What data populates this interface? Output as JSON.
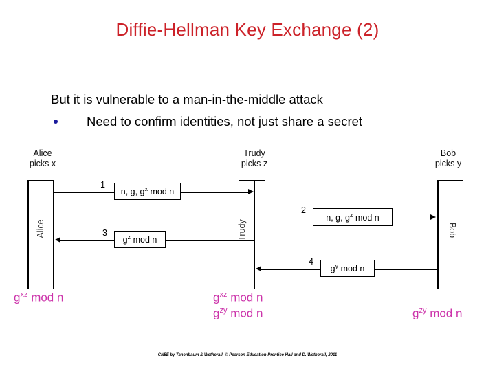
{
  "slide": {
    "title": "Diffie-Hellman Key Exchange (2)",
    "title_color": "#CC2229",
    "bullet_color": "#1a1a9c",
    "annotation_color": "#CC33AA"
  },
  "body": {
    "line1": "But it is vulnerable to a man-in-the-middle attack",
    "line2": "Need to confirm identities, not just share a secret",
    "bullet_glyph": "•"
  },
  "diagram": {
    "parties": [
      {
        "id": "alice",
        "head_line1": "Alice",
        "head_line2": "picks x",
        "lifeline_label": "Alice"
      },
      {
        "id": "trudy",
        "head_line1": "Trudy",
        "head_line2": "picks z",
        "lifeline_label": "Trudy"
      },
      {
        "id": "bob",
        "head_line1": "Bob",
        "head_line2": "picks y",
        "lifeline_label": "Bob"
      }
    ],
    "messages": [
      {
        "number": "1",
        "base": "n, g, g",
        "exp": "x",
        "tail": " mod n",
        "from": "alice",
        "to": "trudy",
        "direction": "right"
      },
      {
        "number": "2",
        "base": "n, g, g",
        "exp": "z",
        "tail": " mod n",
        "from": "trudy",
        "to": "bob",
        "direction": "right"
      },
      {
        "number": "3",
        "base": "g",
        "exp": "z",
        "tail": " mod n",
        "from": "trudy",
        "to": "alice",
        "direction": "left"
      },
      {
        "number": "4",
        "base": "g",
        "exp": "y",
        "tail": " mod n",
        "from": "bob",
        "to": "trudy",
        "direction": "left"
      }
    ]
  },
  "annotations": [
    {
      "id": "alice-secret",
      "base": "g",
      "exp": "xz",
      "tail": " mod n"
    },
    {
      "id": "trudy-secret1",
      "base": "g",
      "exp": "xz",
      "tail": " mod n"
    },
    {
      "id": "trudy-secret2",
      "base": "g",
      "exp": "zy",
      "tail": " mod n"
    },
    {
      "id": "bob-secret",
      "base": "g",
      "exp": "zy",
      "tail": " mod n"
    }
  ],
  "credit": "CN5E by Tanenbaum & Wetherall, © Pearson Education-Prentice Hall and D. Wetherall, 2011"
}
